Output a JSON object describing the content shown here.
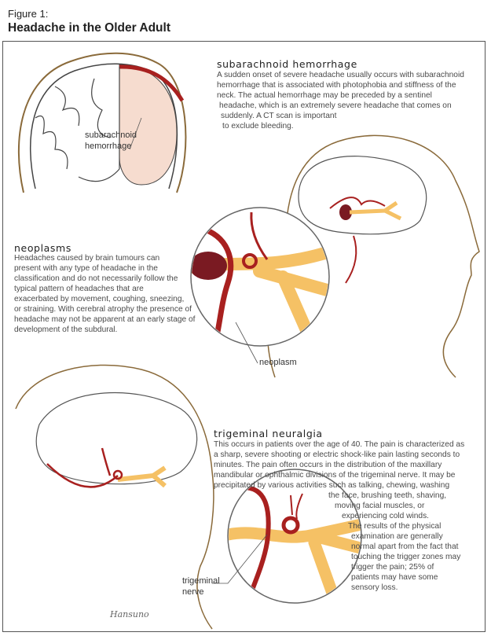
{
  "figure": {
    "label": "Figure 1:",
    "title": "Headache in the Older Adult"
  },
  "sections": {
    "subarachnoid": {
      "heading": "subarachnoid hemorrhage",
      "lines": [
        "A sudden onset of severe headache usually occurs with subarachnoid",
        "hemorrhage that is associated with photophobia and stiffness of the",
        "neck. The actual hemorrhage may be preceded by a sentinel",
        "headache, which is an extremely severe headache that comes on",
        "suddenly. A CT scan is important",
        "to exclude bleeding."
      ]
    },
    "neoplasms": {
      "heading": "neoplasms",
      "lines": [
        "Headaches caused by brain tumours can",
        "present with any type of headache in the",
        "classification and do not necessarily follow the",
        "typical pattern of headaches that are",
        "exacerbated by movement, coughing, sneezing,",
        "or straining. With cerebral atrophy the presence of",
        "headache may not be apparent at an early stage of",
        "development of the subdural."
      ]
    },
    "trigeminal": {
      "heading": "trigeminal neuralgia",
      "lines": [
        "This occurs in patients over the age of 40. The pain is characterized as",
        "a sharp, severe shooting or electric shock-like pain lasting seconds to",
        "minutes. The pain often occurs in the distribution of the maxillary",
        "mandibular or ophthalmic divisions of the trigeminal nerve. It may be",
        "precipitated by various activities such as talking, chewing, washing",
        "the face, brushing teeth, shaving,",
        "moving facial muscles, or",
        "experiencing cold winds.",
        "The results of the physical",
        "examination are generally",
        "normal apart from the fact that",
        "touching the trigger zones may",
        "trigger the pain; 25% of",
        "patients may have some",
        "sensory loss."
      ]
    }
  },
  "labels": {
    "subarachnoid": [
      "subarachnoid",
      "hemorrhage"
    ],
    "neoplasm": "neoplasm",
    "trigeminal": [
      "trigeminal",
      "nerve"
    ]
  },
  "signature": "Hansuno",
  "colors": {
    "artery": "#a8201f",
    "nerve": "#f5c165",
    "skin": "#8a6a3a",
    "tumor": "#7a1a22"
  }
}
